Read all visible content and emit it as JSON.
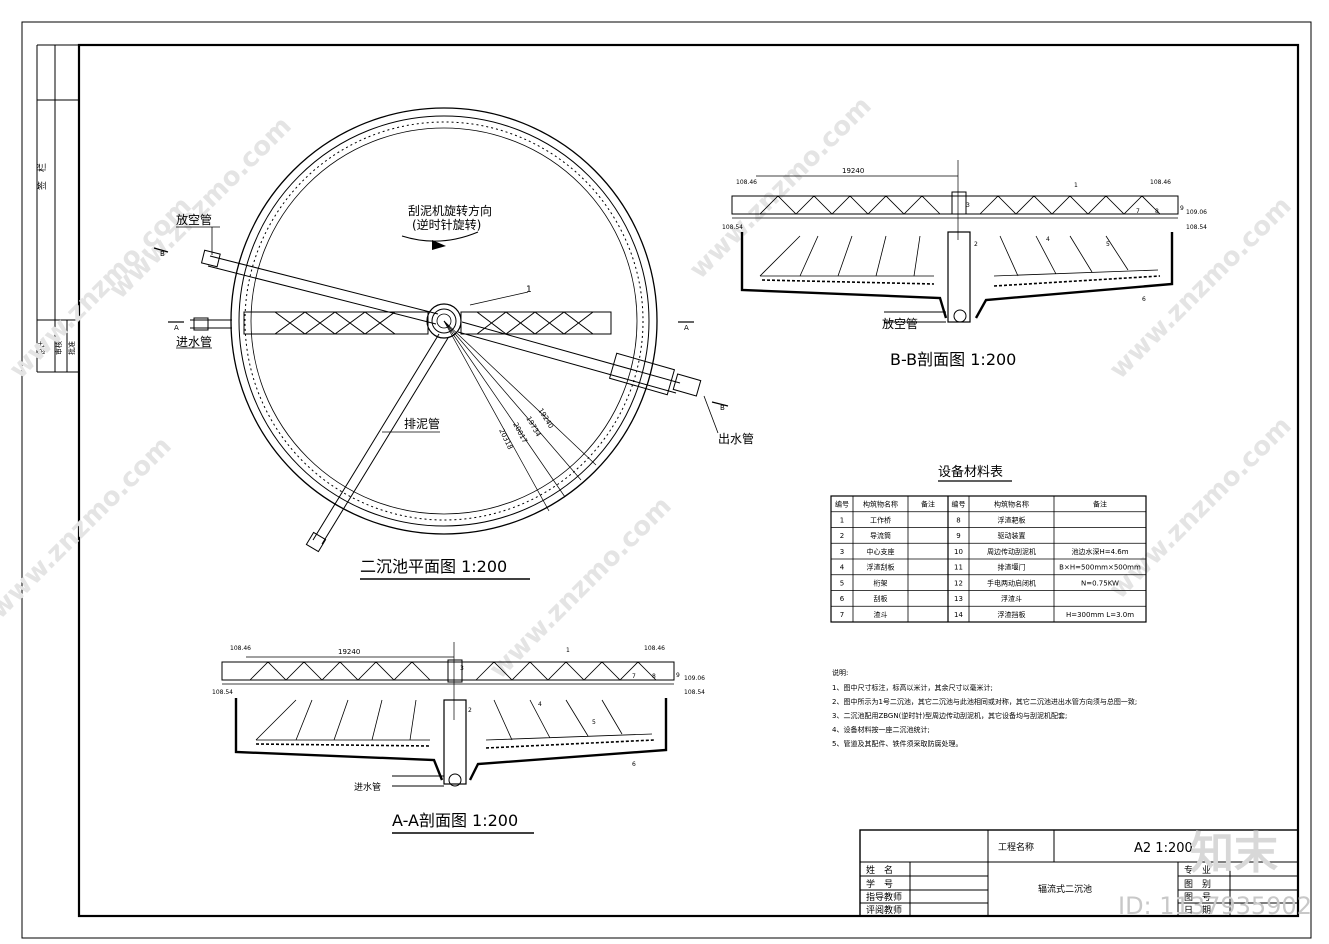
{
  "plan": {
    "title": "二沉池平面图 1:200",
    "rotation_direction": "刮泥机旋转方向",
    "rotation_note": "(逆时针旋转)",
    "empty_pipe": "放空管",
    "inlet_pipe": "进水管",
    "outlet_pipe": "出水管",
    "sludge_pipe": "排泥管",
    "marker_1": "1",
    "section_a": "A",
    "section_b": "B",
    "dims": [
      "19240",
      "19734",
      "20017",
      "20318"
    ]
  },
  "section_bb": {
    "title": "B-B剖面图 1:200",
    "empty_pipe": "放空管",
    "span": "19240",
    "elev_left_top": "108.46",
    "elev_left_low": "108.54",
    "elev_right_top": "108.46",
    "elev_right_mid": "109.06",
    "elev_right_low": "108.54",
    "markers": [
      "1",
      "2",
      "3",
      "4",
      "5",
      "6",
      "7",
      "8",
      "9"
    ]
  },
  "section_aa": {
    "title": "A-A剖面图 1:200",
    "inlet_pipe": "进水管",
    "span": "19240",
    "elev_left_top": "108.46",
    "elev_left_low": "108.54",
    "elev_right_top": "108.46",
    "elev_right_mid": "109.06",
    "elev_right_low": "108.54",
    "markers": [
      "1",
      "2",
      "3",
      "4",
      "5",
      "6",
      "7",
      "8",
      "9"
    ]
  },
  "equipment_table": {
    "title": "设备材料表",
    "headers": [
      "编号",
      "构筑物名称",
      "备注",
      "编号",
      "构筑物名称",
      "备注"
    ],
    "rows": [
      [
        "1",
        "工作桥",
        "",
        "8",
        "浮渣耙板",
        ""
      ],
      [
        "2",
        "导流筒",
        "",
        "9",
        "驱动装置",
        ""
      ],
      [
        "3",
        "中心支座",
        "",
        "10",
        "周边传动刮泥机",
        "池边水深H=4.6m"
      ],
      [
        "4",
        "浮渣刮板",
        "",
        "11",
        "排渣堰门",
        "B×H=500mm×500mm"
      ],
      [
        "5",
        "桁架",
        "",
        "12",
        "手电两动启闭机",
        "N=0.75KW"
      ],
      [
        "6",
        "刮板",
        "",
        "13",
        "浮渣斗",
        ""
      ],
      [
        "7",
        "渣斗",
        "",
        "14",
        "浮渣挡板",
        "H=300mm L=3.0m"
      ]
    ]
  },
  "notes": {
    "heading": "说明:",
    "items": [
      "1、图中尺寸标注，标高以米计，其余尺寸以毫米计;",
      "2、图中所示为1号二沉池，其它二沉池与此池相同或对称，其它二沉池进出水管方向须与总图一致;",
      "3、二沉池配用ZBGN(逆时针)型周边传动刮泥机，其它设备均与刮泥机配套;",
      "4、设备材料按一座二沉池统计;",
      "5、管道及其配件、铁件须采取防腐处理。"
    ]
  },
  "title_block": {
    "project_label": "工程名称",
    "scale": "A2  1:200",
    "drawing_name": "辐流式二沉池",
    "name_label": "姓　名",
    "student_no_label": "学　号",
    "advisor_label": "指导教师",
    "reviewer_label": "评阅教师",
    "major_label": "专　业",
    "category_label": "图　别",
    "page_label": "图　号",
    "date_label": "日　期"
  },
  "side_strip": {
    "top_label": "签　栏",
    "mid_labels": [
      "设计",
      "审核",
      "批准"
    ]
  },
  "watermark": {
    "site": "www.znzmo.com",
    "brand": "知末",
    "id": "ID: 1137935902"
  }
}
